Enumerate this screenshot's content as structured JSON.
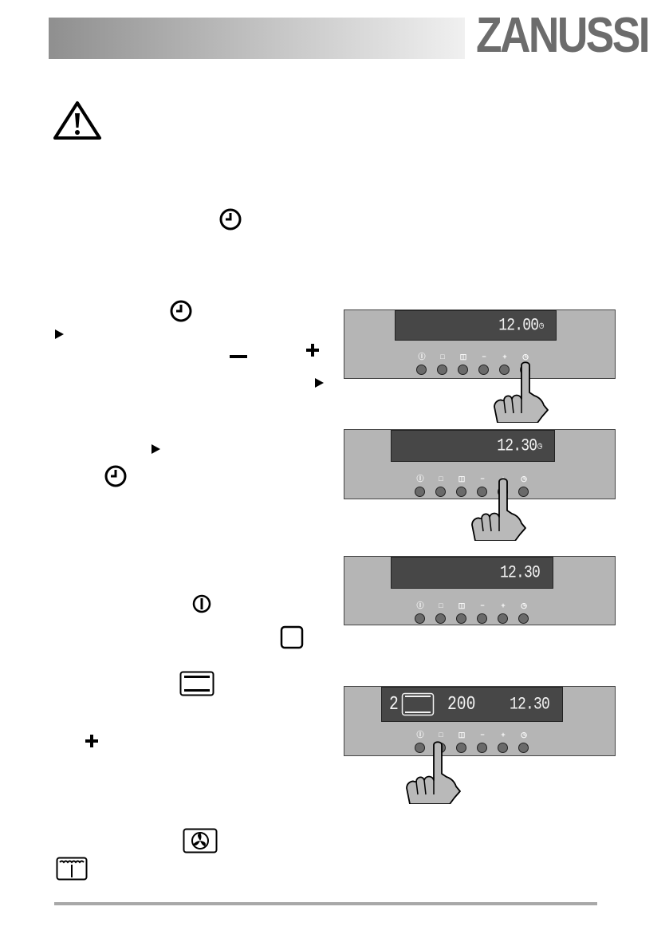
{
  "header": {
    "brand": "ZANUSSI"
  },
  "icons": [
    "warning-icon",
    "clock-icon",
    "play-indicator-icon",
    "minus-icon",
    "plus-icon",
    "on-off-icon",
    "square-icon",
    "oven-function-icon",
    "fan-icon",
    "grill-icon"
  ],
  "panels": [
    {
      "display_time": "12.00",
      "indicator": "clock"
    },
    {
      "display_time": "12.30",
      "indicator": "clock"
    },
    {
      "display_time": "12.30",
      "indicator": ""
    },
    {
      "display_level": "2",
      "display_temp": "200",
      "display_time": "12.30",
      "indicator": ""
    }
  ],
  "buttons": [
    "on-off",
    "oven-function",
    "programme",
    "minus",
    "plus",
    "clock"
  ],
  "colors": {
    "header_gradient_start": "#8f8f8f",
    "panel": "#b5b5b5",
    "display": "#474747",
    "footer_rule": "#a8a8a8"
  }
}
